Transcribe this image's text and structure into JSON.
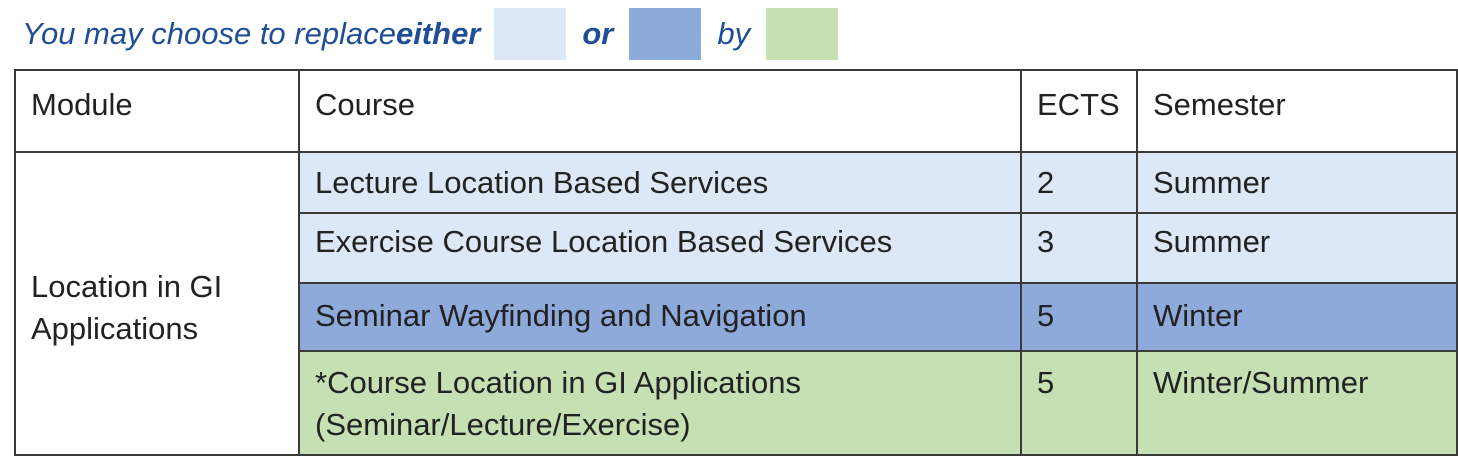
{
  "legend": {
    "part1": "You may choose to replace ",
    "part2": "either",
    "part3": "or",
    "part4": "by",
    "colors": {
      "replace_option_1": "#dce8f5",
      "replace_option_2": "#8eaadb",
      "replacement": "#c6e0b4"
    }
  },
  "table": {
    "headers": {
      "module": "Module",
      "course": "Course",
      "ects": "ECTS",
      "semester": "Semester"
    },
    "module": "Location in GI\nApplications",
    "rows": [
      {
        "course": "Lecture Location Based Services",
        "ects": "2",
        "semester": "Summer"
      },
      {
        "course": "Exercise Course Location Based Services",
        "ects": "3",
        "semester": "Summer"
      },
      {
        "course": "Seminar Wayfinding and Navigation",
        "ects": "5",
        "semester": "Winter"
      },
      {
        "course": "*Course Location in GI Applications\n(Seminar/Lecture/Exercise)",
        "ects": "5",
        "semester": "Winter/Summer"
      }
    ]
  }
}
